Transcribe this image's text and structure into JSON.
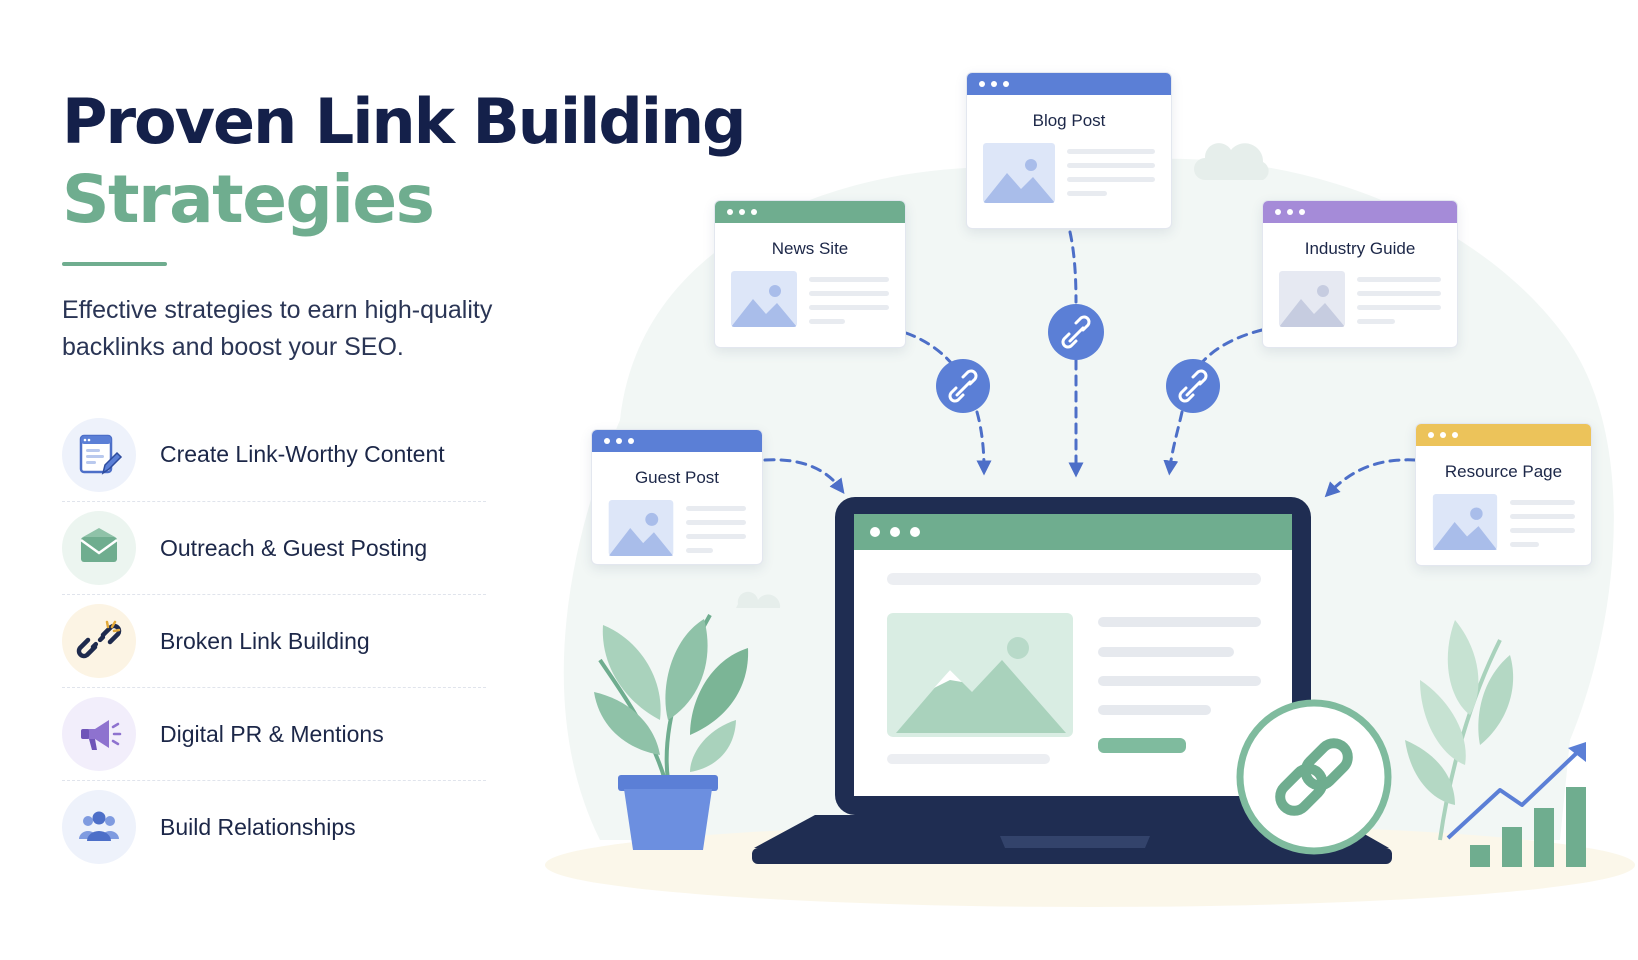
{
  "header": {
    "title_line1": "Proven Link Building",
    "title_line2": "Strategies",
    "subtitle": "Effective strategies to earn high-quality backlinks and boost your SEO."
  },
  "strategies": [
    {
      "label": "Create Link-Worthy Content",
      "icon": "content-edit-icon",
      "color": "#5b7fd6"
    },
    {
      "label": "Outreach & Guest Posting",
      "icon": "envelope-icon",
      "color": "#6fad8f"
    },
    {
      "label": "Broken Link Building",
      "icon": "broken-link-icon",
      "color": "#e2b64e"
    },
    {
      "label": "Digital PR & Mentions",
      "icon": "megaphone-icon",
      "color": "#9b84d4"
    },
    {
      "label": "Build Relationships",
      "icon": "people-icon",
      "color": "#5b7fd6"
    }
  ],
  "sources": [
    {
      "label": "Guest Post",
      "color": "#5b7fd6"
    },
    {
      "label": "News Site",
      "color": "#6fad8f"
    },
    {
      "label": "Blog Post",
      "color": "#5b7fd6"
    },
    {
      "label": "Industry Guide",
      "color": "#a58bd8"
    },
    {
      "label": "Resource Page",
      "color": "#ecc35a"
    }
  ],
  "colors": {
    "navy": "#14204a",
    "green": "#6fad8f",
    "blue": "#5b7fd6",
    "purple": "#a58bd8",
    "yellow": "#ecc35a"
  }
}
